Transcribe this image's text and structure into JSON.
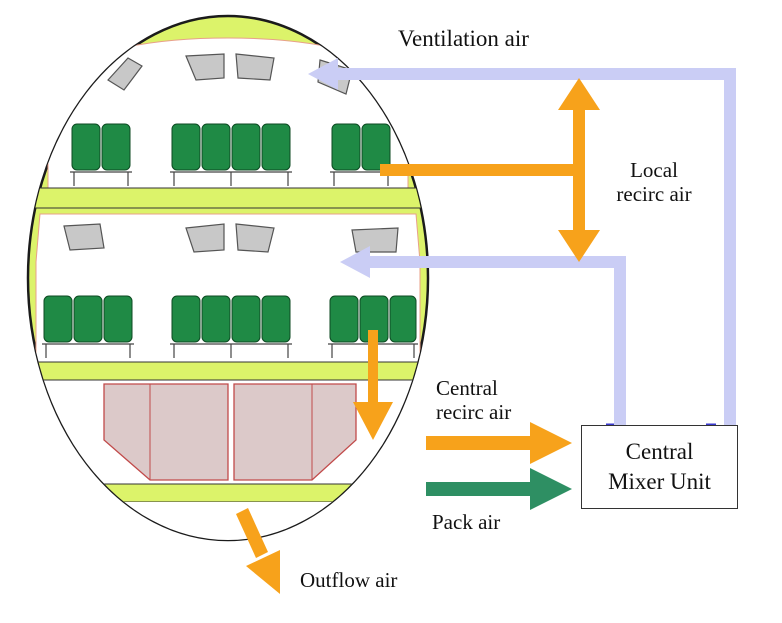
{
  "labels": {
    "ventilation": "Ventilation  air",
    "local_recirc": "Local\nrecirc air",
    "central_recirc": "Central\nrecirc air",
    "mixer": "Central\nMixer Unit",
    "pack": "Pack air",
    "outflow": "Outflow air"
  },
  "colors": {
    "fuselage": "#dcf36a",
    "fuselage_stroke": "#1b1b1b",
    "cabin_floor": "#ffffff",
    "seat": "#1f8a45",
    "seat_dark": "#125c2c",
    "orange_flow": "#f7a21b",
    "ventilation_duct": "#cacdf5",
    "pack_flow": "#2e8f63",
    "cargo": "#dcc9c9",
    "bin": "#c8c8c8"
  },
  "icons": {
    "seat": "seat-icon",
    "overhead_bin": "overhead-bin-icon",
    "cargo_container": "cargo-container-icon"
  }
}
